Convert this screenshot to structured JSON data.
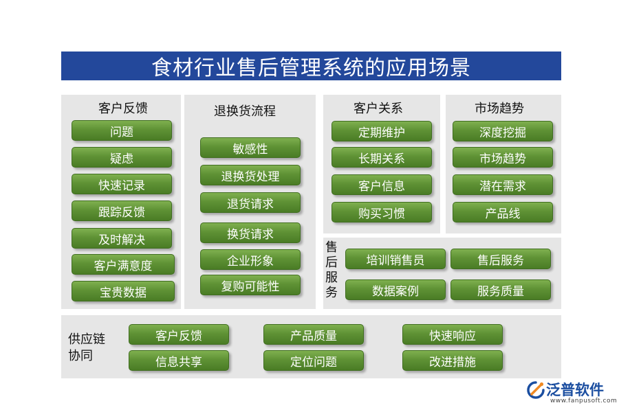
{
  "title": "食材行业售后管理系统的应用场景",
  "colors": {
    "title_bg": "#23489b",
    "panel_bg": "#e6e6e6",
    "pill_green": "#5f9235",
    "logo_blue": "#1b4ea0",
    "logo_orange": "#f08a24"
  },
  "sections": {
    "feedback": {
      "title": "客户反馈",
      "items": [
        "问题",
        "疑虑",
        "快速记录",
        "跟踪反馈",
        "及时解决",
        "客户满意度",
        "宝贵数据"
      ]
    },
    "returns": {
      "title": "退换货流程",
      "items": [
        "敏感性",
        "退换货处理",
        "退货请求",
        "换货请求",
        "企业形象",
        "复购可能性"
      ]
    },
    "relations": {
      "title": "客户关系",
      "items": [
        "定期维护",
        "长期关系",
        "客户信息",
        "购买习惯"
      ]
    },
    "trends": {
      "title": "市场趋势",
      "items": [
        "深度挖掘",
        "市场趋势",
        "潜在需求",
        "产品线"
      ]
    },
    "service": {
      "title_lines": [
        "售",
        "后",
        "服",
        "务"
      ],
      "items": [
        "培训销售员",
        "售后服务",
        "数据案例",
        "服务质量"
      ]
    },
    "supply": {
      "title_lines": [
        "供应链",
        "协同"
      ],
      "items": [
        "客户反馈",
        "产品质量",
        "快速响应",
        "信息共享",
        "定位问题",
        "改进措施"
      ]
    }
  },
  "logo": {
    "icon": "fanpu-logo-icon",
    "name": "泛普软件",
    "url": "www.fanpusoft.com"
  }
}
